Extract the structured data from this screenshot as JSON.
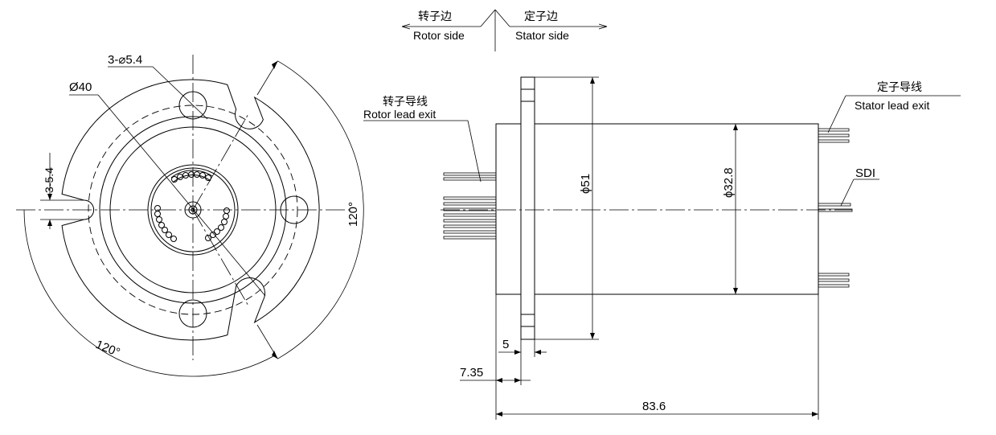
{
  "header": {
    "rotor_side_cn": "转子边",
    "rotor_side_en": "Rotor side",
    "stator_side_cn": "定子边",
    "stator_side_en": "Stator side"
  },
  "front_view": {
    "holes_label": "3-⌀5.4",
    "diameter_label": "Ø40",
    "slot_width_label": "3-5.4",
    "angle_right_label": "120°",
    "angle_bottom_label": "120°"
  },
  "side_view": {
    "rotor_lead_cn": "转子导线",
    "rotor_lead_en": "Rotor lead exit",
    "stator_lead_cn": "定子导线",
    "stator_lead_en": "Stator lead exit",
    "sdi_label": "SDI",
    "flange_diameter_label": "ϕ51",
    "body_diameter_label": "ϕ32.8",
    "flange_thickness_label": "5",
    "flange_offset_label": "7.35",
    "overall_length_label": "83.6"
  },
  "colors": {
    "line": "#000000",
    "background": "#ffffff"
  }
}
